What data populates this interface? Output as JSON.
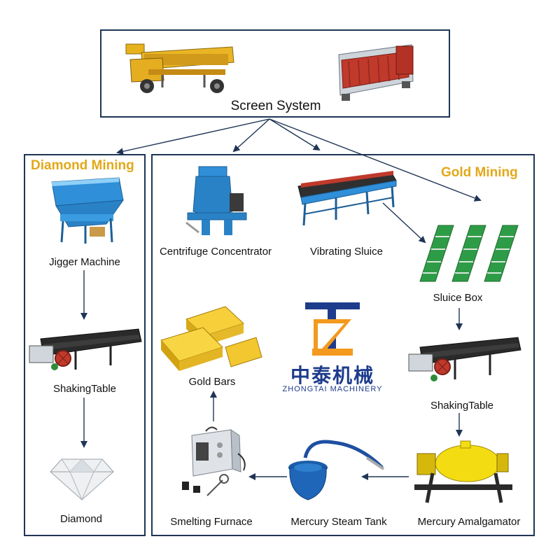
{
  "top": {
    "title": "Screen System"
  },
  "diamond": {
    "title": "Diamond Mining",
    "steps": [
      "Jigger Machine",
      "ShakingTable",
      "Diamond"
    ]
  },
  "gold": {
    "title": "Gold Mining",
    "centrifuge": "Centrifuge Concentrator",
    "vibrating_sluice": "Vibrating Sluice",
    "sluice_box": "Sluice Box",
    "shaking_table": "ShakingTable",
    "amalgamator": "Mercury Amalgamator",
    "steam_tank": "Mercury Steam Tank",
    "furnace": "Smelting Furnace",
    "gold_bars": "Gold Bars"
  },
  "logo": {
    "cn": "中泰机械",
    "en": "ZHONGTAI MACHINERY"
  },
  "colors": {
    "frame": "#1f3555",
    "gold_title": "#e2a81a",
    "machine_blue": "#2b8fd6",
    "logo_orange": "#f39a1e",
    "logo_blue": "#1e3c8c"
  }
}
